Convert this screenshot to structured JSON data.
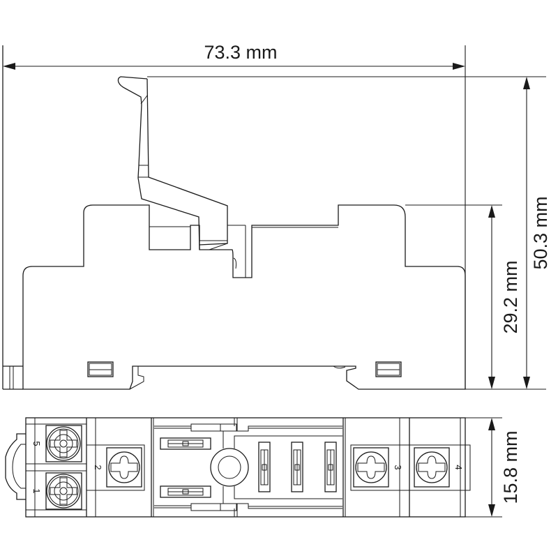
{
  "drawing": {
    "title": "Relay socket dimensional drawing",
    "views": [
      "side-view",
      "top-view"
    ],
    "line_color": "#1a1a1a",
    "background": "#ffffff"
  },
  "dimensions": {
    "width": "73.3 mm",
    "total_height": "50.3 mm",
    "body_height": "29.2 mm",
    "depth": "15.8 mm"
  },
  "terminals": {
    "t1": "1",
    "t2": "2",
    "t3": "3",
    "t4": "4",
    "t5": "5"
  }
}
